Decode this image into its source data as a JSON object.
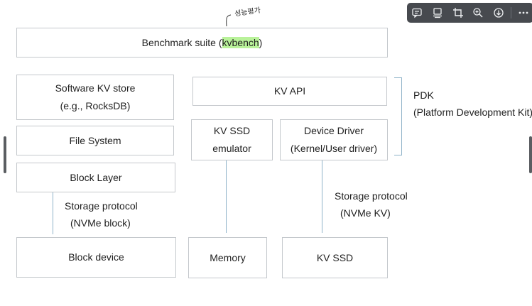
{
  "annotation": "성능평가",
  "benchmark": {
    "prefix": "Benchmark suite (",
    "highlight": "kvbench",
    "suffix": ")"
  },
  "software_kv_store": {
    "line1": "Software KV store",
    "line2": "(e.g., RocksDB)"
  },
  "file_system": "File System",
  "block_layer": "Block Layer",
  "storage_protocol_block": {
    "line1": "Storage protocol",
    "line2": "(NVMe block)"
  },
  "block_device": "Block device",
  "kv_api": "KV API",
  "kv_ssd_emulator": {
    "line1": "KV SSD",
    "line2": "emulator"
  },
  "device_driver": {
    "line1": "Device Driver",
    "line2": "(Kernel/User driver)"
  },
  "memory": "Memory",
  "kv_ssd": "KV SSD",
  "storage_protocol_kv": {
    "line1": "Storage protocol",
    "line2": "(NVMe KV)"
  },
  "pdk": {
    "line1": "PDK",
    "line2": "(Platform Development Kit)"
  },
  "toolbar": {
    "comment_icon": "comment-icon",
    "text_icon": "text-recognition-icon",
    "crop_icon": "crop-icon",
    "zoom_icon": "zoom-in-icon",
    "download_icon": "download-icon",
    "more_icon": "more-icon"
  },
  "colors": {
    "highlight": "#b9f29a",
    "connector": "#8fb3c9",
    "toolbar_bg": "#474a4f"
  }
}
